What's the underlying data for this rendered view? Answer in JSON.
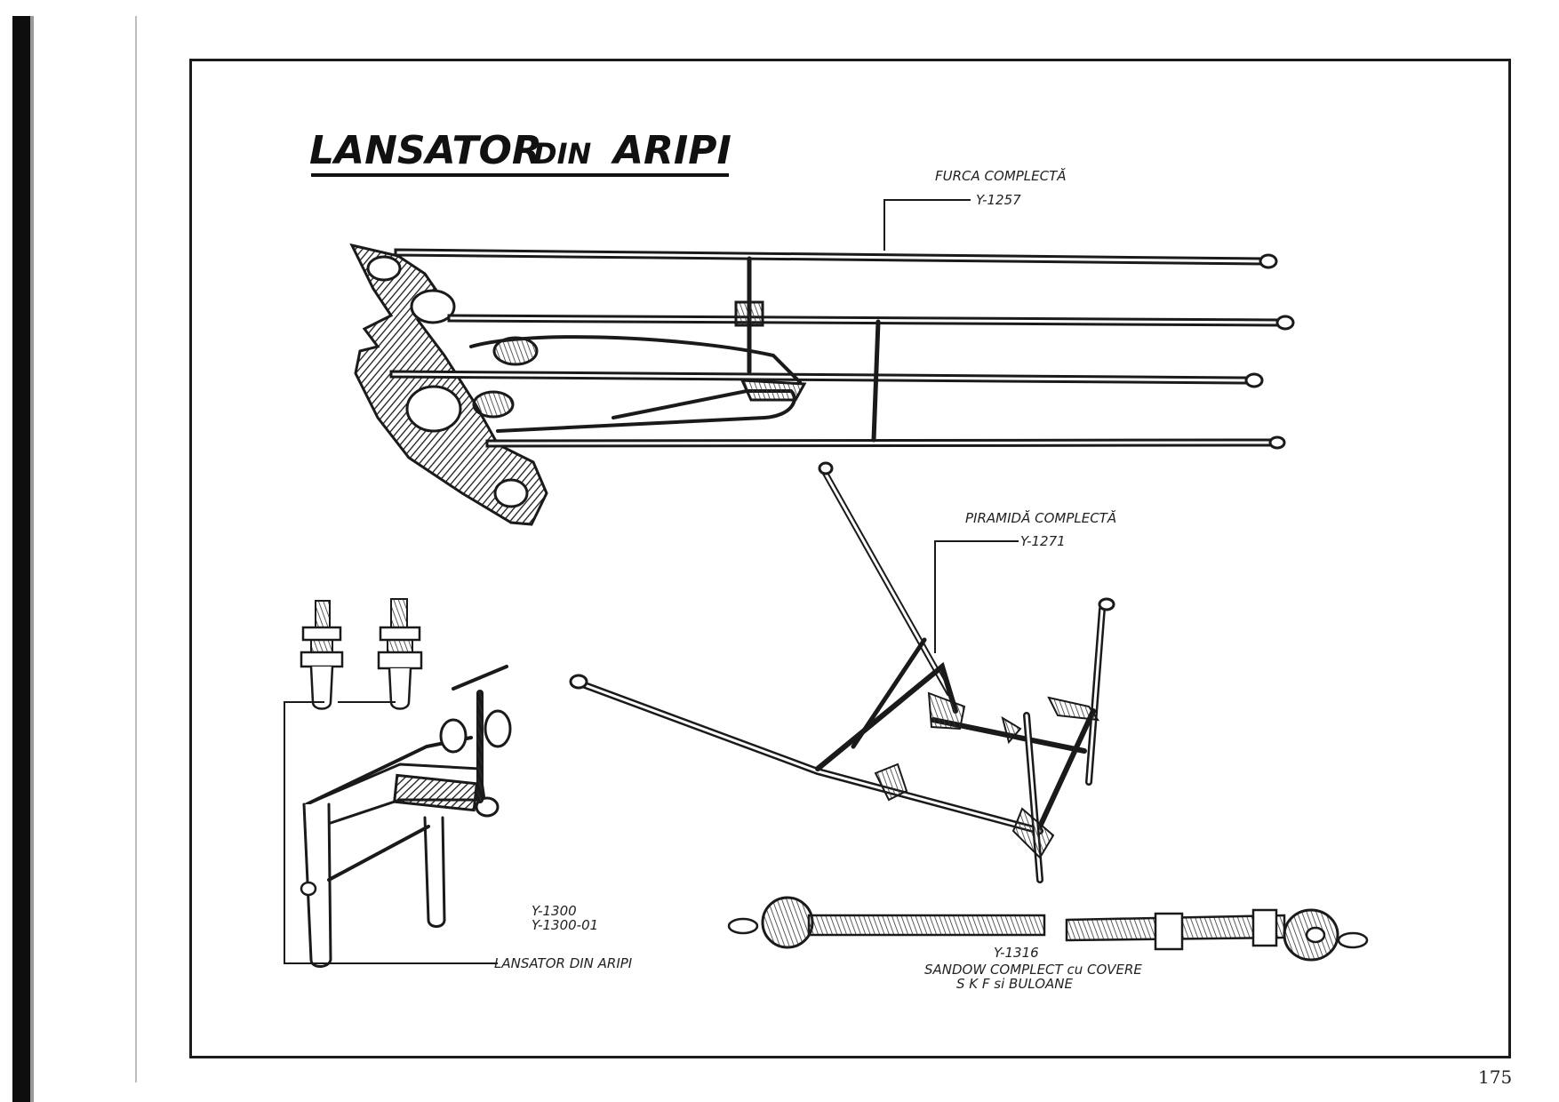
{
  "title": {
    "part1": "LANSATOR",
    "part2": "DIN",
    "part3": "ARIPI"
  },
  "labels": {
    "fork_name": "FURCA COMPLECTĂ",
    "fork_code": "Y-1257",
    "pyramid_name": "PIRAMIDĂ COMPLECTĂ",
    "pyramid_code": "Y-1271",
    "launcher_code_1": "Y-1300",
    "launcher_code_2": "Y-1300-01",
    "launcher_name": "LANSATOR DIN ARIPI",
    "sandow_code": "Y-1316",
    "sandow_line1": "SANDOW COMPLECT cu COVERE",
    "sandow_line2": "S K F si BULOANE"
  },
  "page_number": "175"
}
